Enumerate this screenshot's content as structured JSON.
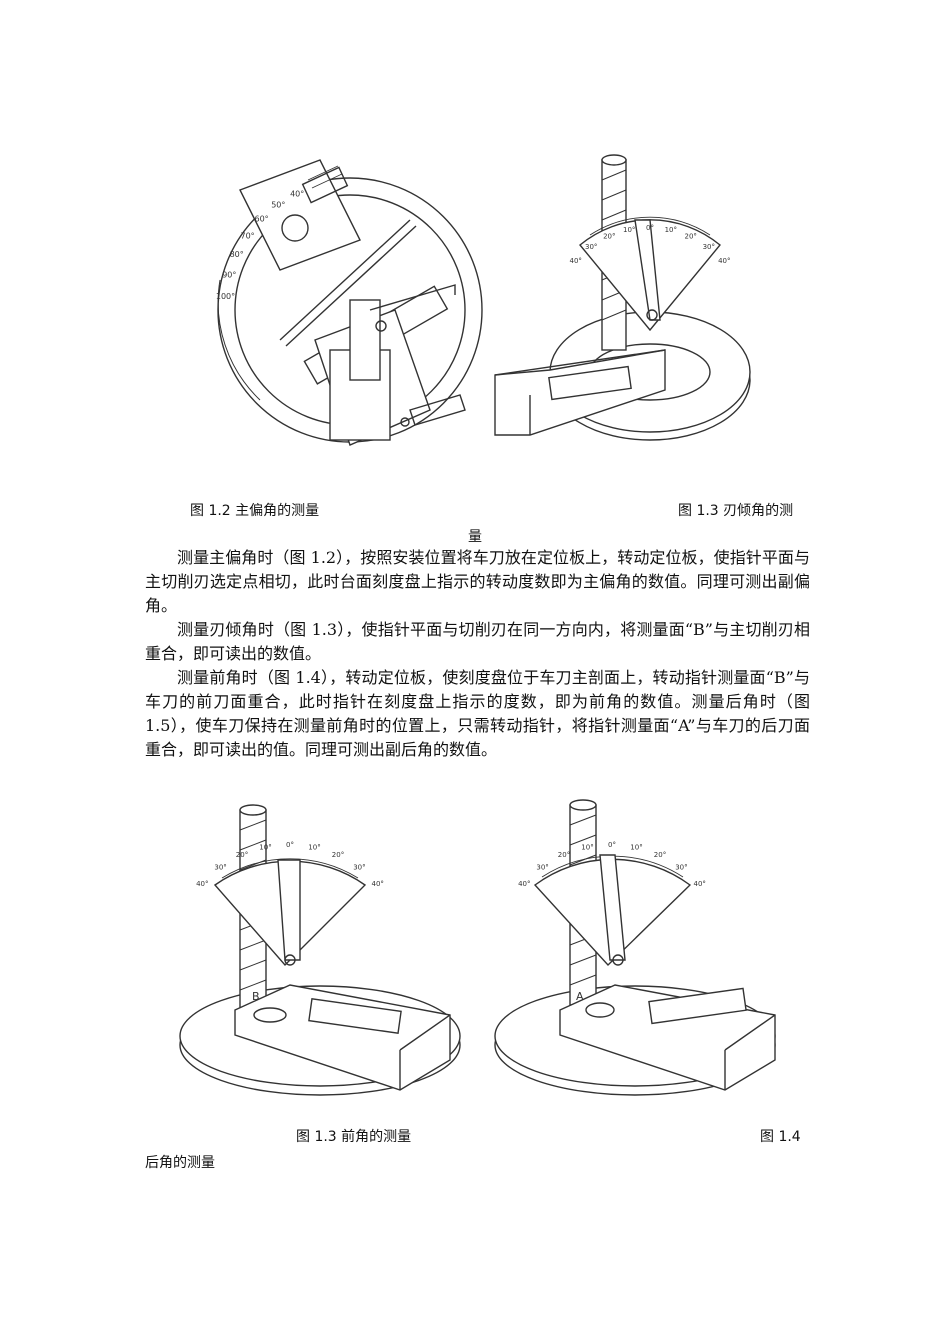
{
  "figures": {
    "fig12": {
      "caption": "图 1.2  主偏角的测量",
      "scale_labels": [
        "100°",
        "90°",
        "80°",
        "70°",
        "60°",
        "50°",
        "40°"
      ]
    },
    "fig13_top": {
      "caption_part1": "图 1.3 刃倾角的测",
      "caption_part2": "量",
      "scale_labels": [
        "40°",
        "30°",
        "20°",
        "10°",
        "0°",
        "10°",
        "20°",
        "30°",
        "40°"
      ]
    },
    "fig13_bottom": {
      "caption": "图 1.3 前角的测量",
      "marker": "B",
      "scale_labels": [
        "40°",
        "30°",
        "20°",
        "10°",
        "0°",
        "10°",
        "20°",
        "30°",
        "40°"
      ]
    },
    "fig14": {
      "caption_part1": "图 1.4",
      "caption_part2": "后角的测量",
      "marker": "A",
      "scale_labels": [
        "40°",
        "30°",
        "20°",
        "10°",
        "0°",
        "10°",
        "20°",
        "30°",
        "40°"
      ]
    }
  },
  "paragraphs": [
    "测量主偏角时（图 1.2），按照安装位置将车刀放在定位板上，转动定位板，使指针平面与主切削刃选定点相切，此时台面刻度盘上指示的转动度数即为主偏角的数值。同理可测出副偏角。",
    "测量刃倾角时（图 1.3），使指针平面与切削刃在同一方向内，将测量面“B”与主切削刃相重合，即可读出的数值。",
    "测量前角时（图 1.4），转动定位板，使刻度盘位于车刀主剖面上，转动指针测量面“B”与车刀的前刀面重合，此时指针在刻度盘上指示的度数，即为前角的数值。测量后角时（图 1.5），使车刀保持在测量前角时的位置上，只需转动指针，将指针测量面“A”与车刀的后刀面重合，即可读出的值。同理可测出副后角的数值。"
  ]
}
